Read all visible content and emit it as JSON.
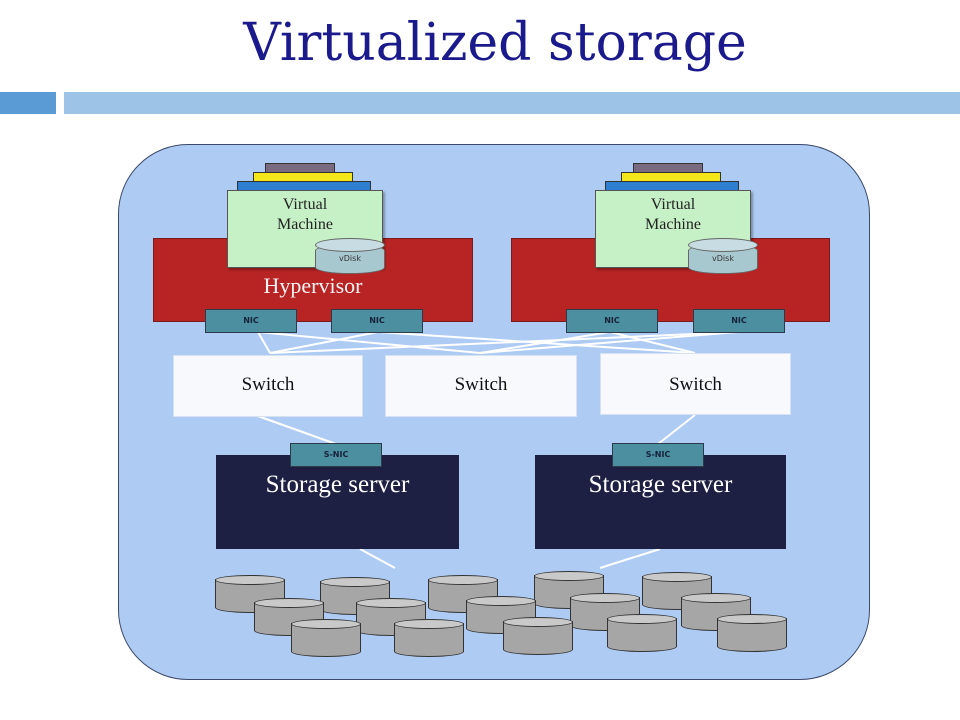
{
  "title": "Virtualized storage",
  "hypervisors": [
    {
      "label": "Hypervisor",
      "vm_label_line1": "Virtual",
      "vm_label_line2": "Machine",
      "vdisk": "vDisk",
      "nics": [
        "NIC",
        "NIC"
      ]
    },
    {
      "label": "",
      "vm_label_line1": "Virtual",
      "vm_label_line2": "Machine",
      "vdisk": "vDisk",
      "nics": [
        "NIC",
        "NIC"
      ]
    }
  ],
  "switches": [
    "Switch",
    "Switch",
    "Switch"
  ],
  "storage_servers": [
    {
      "label": "Storage server",
      "nic": "S-NIC"
    },
    {
      "label": "Storage server",
      "nic": "S-NIC"
    }
  ],
  "colors": {
    "title": "#1a1a8c",
    "panel": "#aecbf3",
    "hypervisor": "#b82424",
    "server": "#1e2043",
    "nic": "#4b8fa0",
    "vm": "#c6f0c6",
    "stack_layers": [
      "#7a6a80",
      "#f5e61a",
      "#2e7fd0"
    ]
  }
}
